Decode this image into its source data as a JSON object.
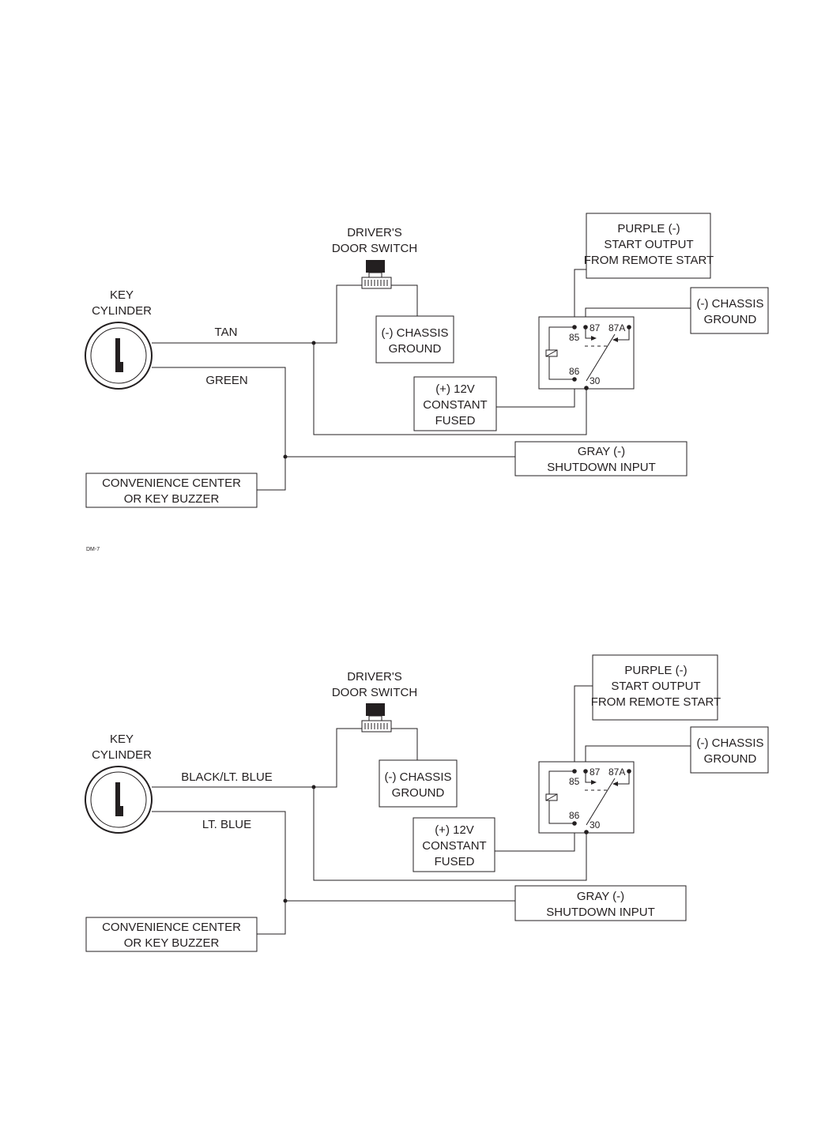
{
  "figure_code": "DM-7",
  "diagrams": [
    {
      "key_cylinder": [
        "KEY",
        "CYLINDER"
      ],
      "door_switch": [
        "DRIVER'S",
        "DOOR SWITCH"
      ],
      "wire_upper": "TAN",
      "wire_lower": "GREEN",
      "door_ground": [
        "(-) CHASSIS",
        "GROUND"
      ],
      "start_output": [
        "PURPLE (-)",
        "START OUTPUT",
        "FROM REMOTE START"
      ],
      "relay_ground": [
        "(-) CHASSIS",
        "GROUND"
      ],
      "constant": [
        "(+) 12V",
        "CONSTANT",
        "FUSED"
      ],
      "shutdown": [
        "GRAY (-)",
        "SHUTDOWN INPUT"
      ],
      "convenience": [
        "CONVENIENCE CENTER",
        "OR KEY BUZZER"
      ],
      "relay_pins": {
        "p85": "85",
        "p86": "86",
        "p87": "87",
        "p87a": "87A",
        "p30": "30"
      }
    },
    {
      "key_cylinder": [
        "KEY",
        "CYLINDER"
      ],
      "door_switch": [
        "DRIVER'S",
        "DOOR SWITCH"
      ],
      "wire_upper": "BLACK/LT. BLUE",
      "wire_lower": "LT. BLUE",
      "door_ground": [
        "(-) CHASSIS",
        "GROUND"
      ],
      "start_output": [
        "PURPLE (-)",
        "START OUTPUT",
        "FROM REMOTE START"
      ],
      "relay_ground": [
        "(-) CHASSIS",
        "GROUND"
      ],
      "constant": [
        "(+) 12V",
        "CONSTANT",
        "FUSED"
      ],
      "shutdown": [
        "GRAY (-)",
        "SHUTDOWN INPUT"
      ],
      "convenience": [
        "CONVENIENCE CENTER",
        "OR KEY BUZZER"
      ],
      "relay_pins": {
        "p85": "85",
        "p86": "86",
        "p87": "87",
        "p87a": "87A",
        "p30": "30"
      }
    }
  ]
}
